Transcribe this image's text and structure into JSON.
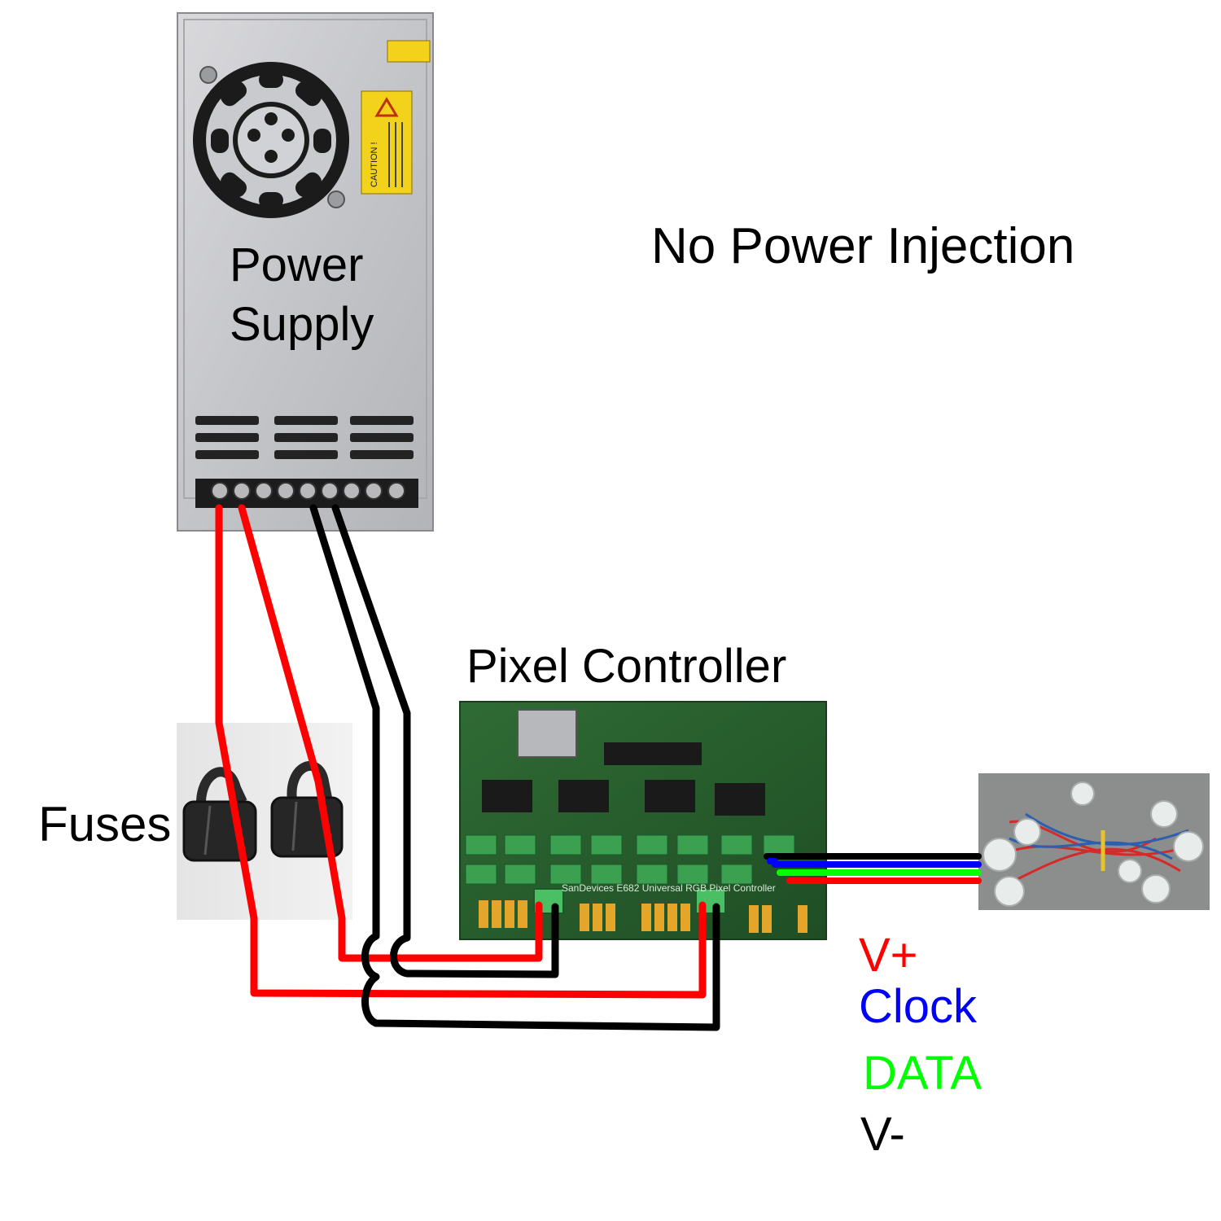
{
  "title": "No Power Injection",
  "power_supply": {
    "label_line1": "Power",
    "label_line2": "Supply",
    "caution_text": "CAUTION !"
  },
  "fuses": {
    "label": "Fuses"
  },
  "pixel_controller": {
    "label": "Pixel Controller",
    "board_text": "SanDevices E682 Universal RGB Pixel Controller"
  },
  "legend": [
    {
      "label": "V+",
      "color": "#ff0000"
    },
    {
      "label": "Clock",
      "color": "#0000ff"
    },
    {
      "label": "DATA",
      "color": "#00ff00"
    },
    {
      "label": "V-",
      "color": "#000000"
    }
  ],
  "colors": {
    "positive_wire": "#ff0000",
    "negative_wire": "#000000",
    "clock_wire": "#0000ff",
    "data_wire": "#00ff00"
  }
}
